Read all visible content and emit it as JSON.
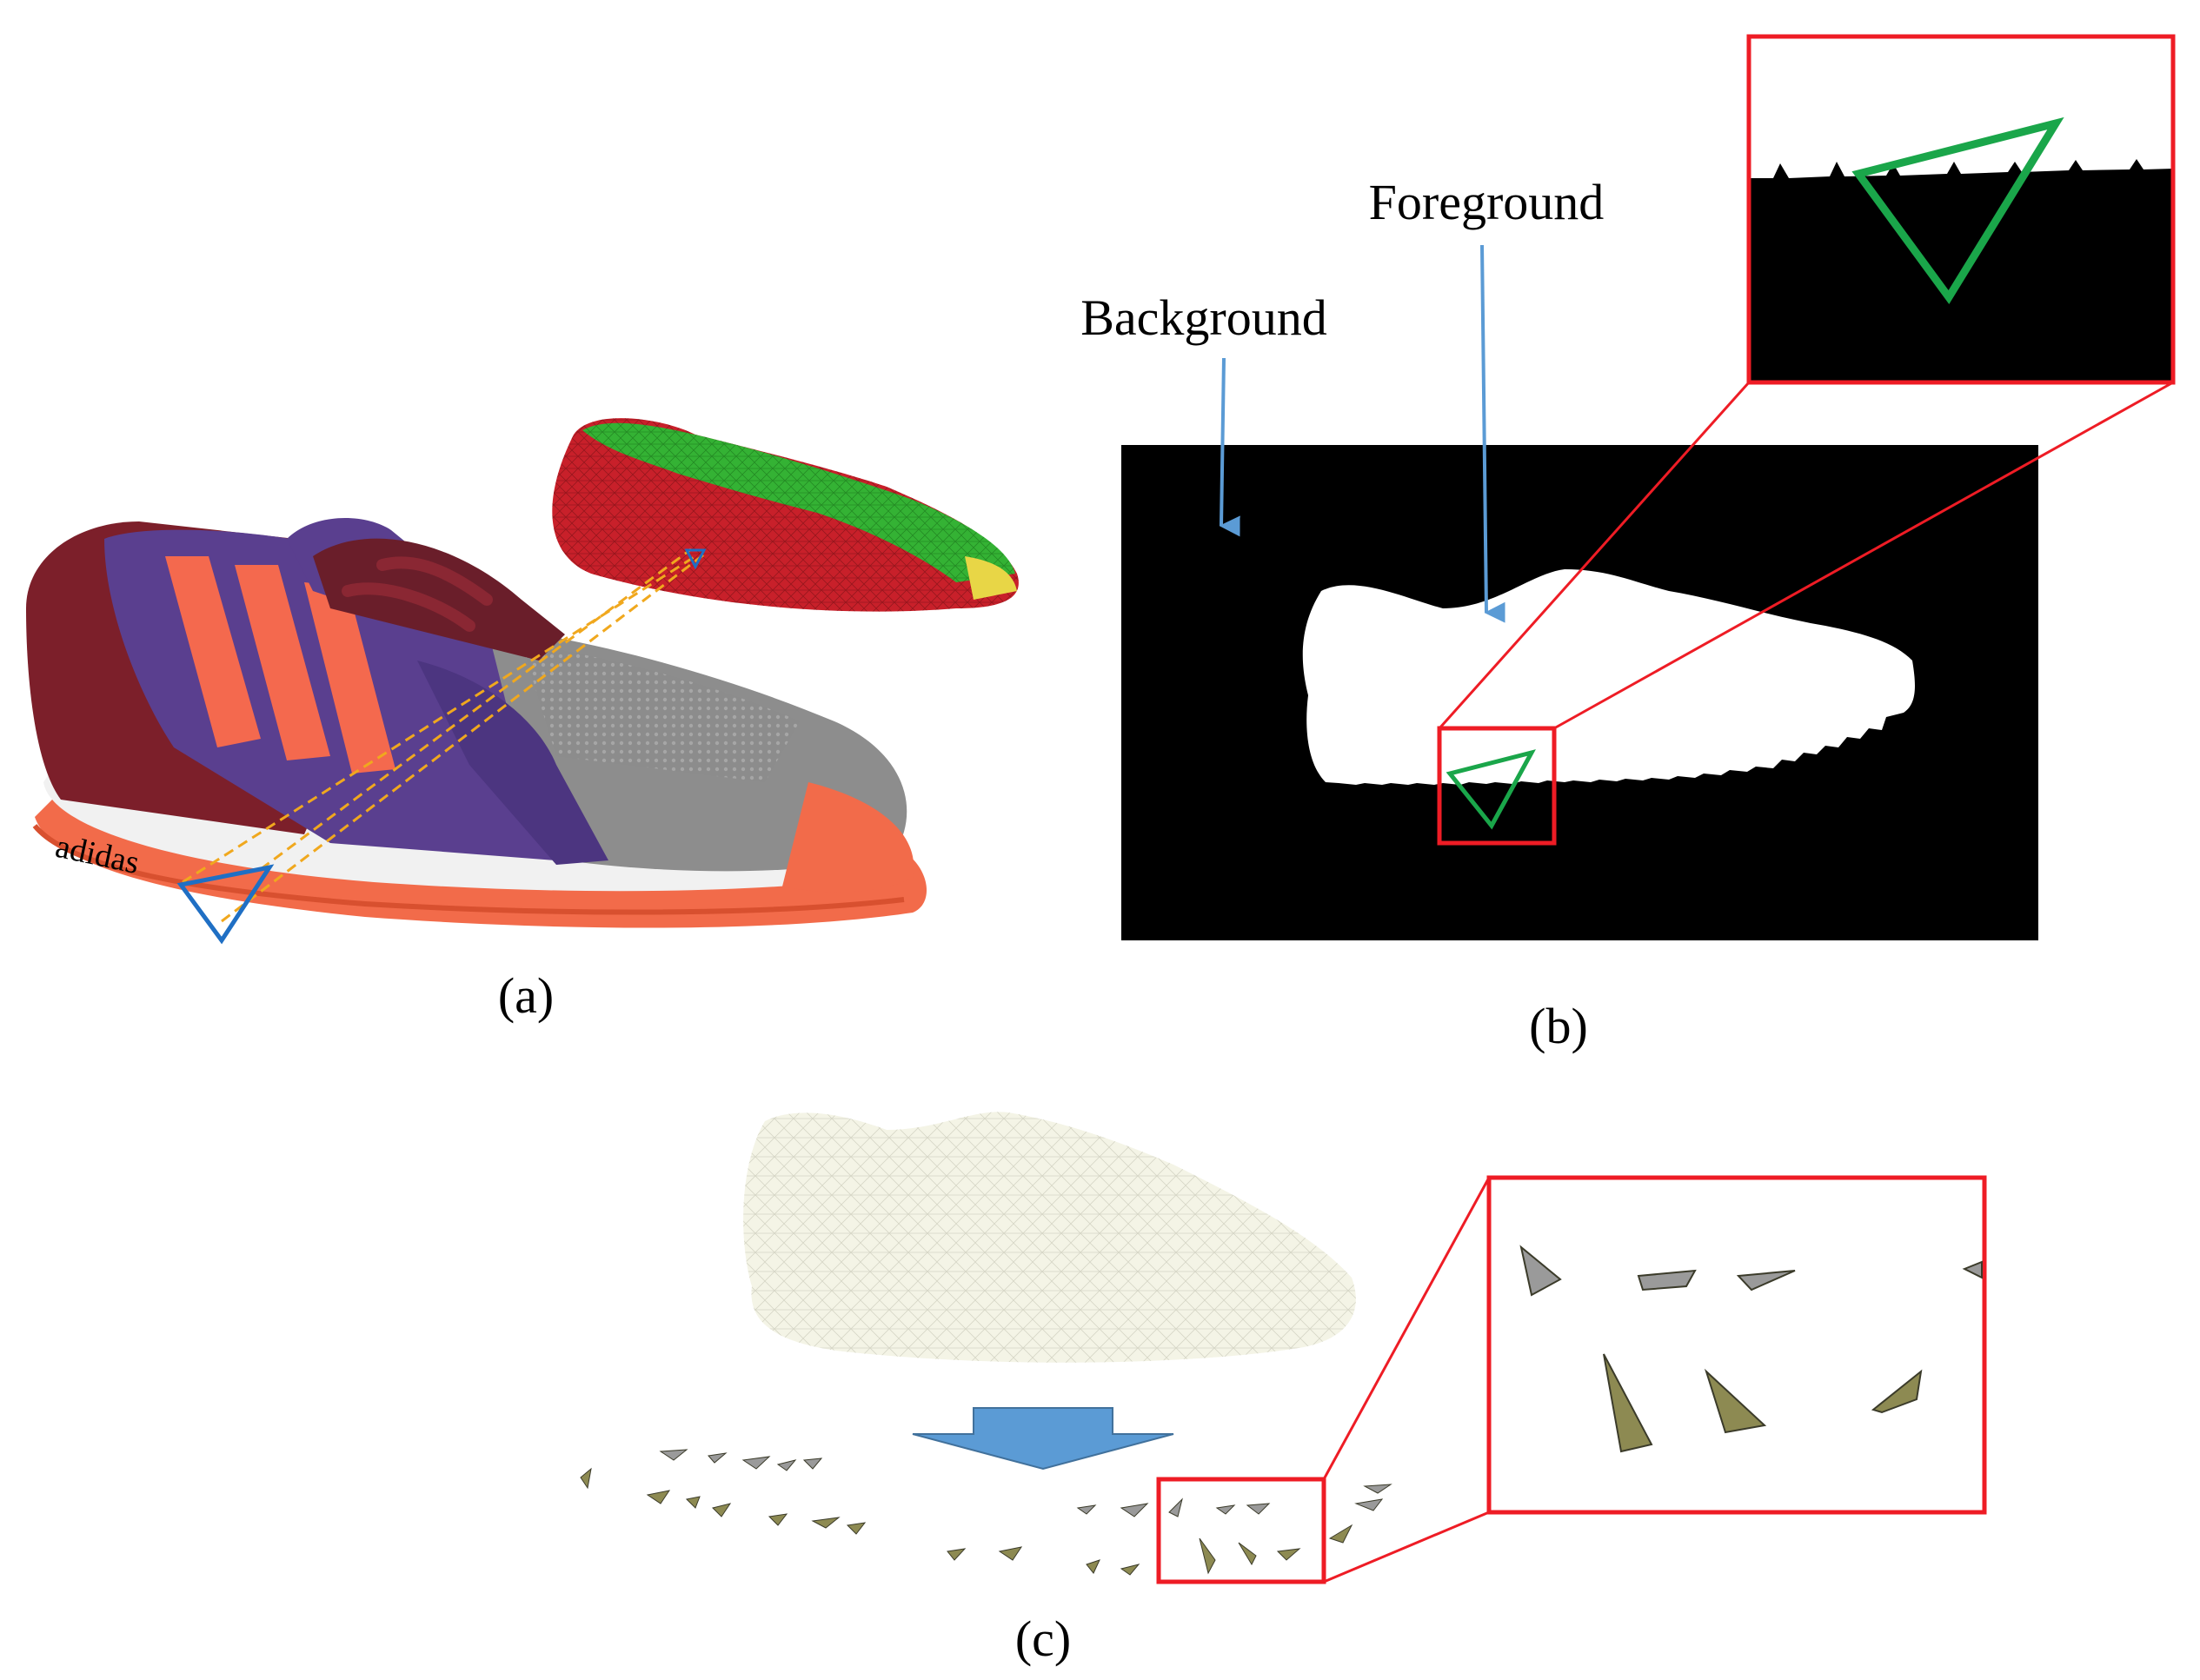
{
  "labels": {
    "background": "Background",
    "foreground": "Foreground"
  },
  "captions": {
    "a": "(a)",
    "b": "(b)",
    "c": "(c)"
  },
  "logo": {
    "shoe_brand": "adidas"
  },
  "colors": {
    "arrow_blue": "#5b9bd5",
    "triangle_blue": "#1f6fc4",
    "projection_orange": "#f0a81e",
    "highlight_red": "#ee1c25",
    "triangle_green": "#1aa64a",
    "mesh_red": "#c8202a",
    "mesh_green": "#34b234",
    "mask_black": "#000000",
    "mask_white": "#ffffff",
    "fragment_olive": "#8d8a52",
    "fragment_gray": "#9a9a9a"
  }
}
